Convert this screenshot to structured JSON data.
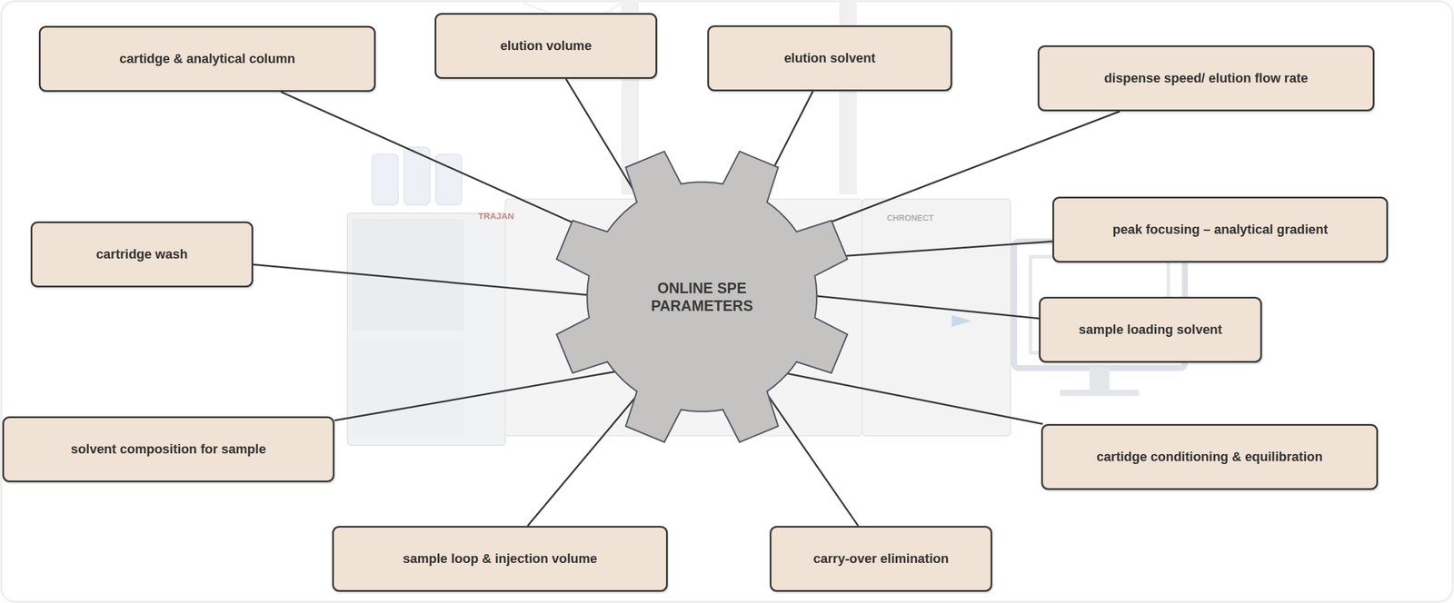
{
  "diagram": {
    "nodes": [
      {
        "text": [
          "ONLINE SPE PARAMETERS"
        ]
      },
      {
        "text": [
          "cartidge & analytical column"
        ]
      },
      {
        "text": [
          "elution volume"
        ]
      },
      {
        "text": [
          "elution solvent"
        ]
      },
      {
        "text": [
          "dispense speed/ elution flow rate"
        ]
      },
      {
        "text": [
          "cartridge wash"
        ]
      },
      {
        "text": [
          "peak focusing – analytical gradient"
        ]
      },
      {
        "text": [
          "sample loading solvent"
        ]
      },
      {
        "text": [
          "solvent composition for sample"
        ]
      },
      {
        "text": [
          "cartidge conditioning & equilibration"
        ]
      },
      {
        "text": [
          "sample loop & injection volume"
        ]
      },
      {
        "text": [
          "carry-over elimination"
        ]
      }
    ],
    "edges": [
      {
        "from": 1,
        "to": 0,
        "arrow": "none"
      },
      {
        "from": 2,
        "to": 0,
        "arrow": "none"
      },
      {
        "from": 3,
        "to": 0,
        "arrow": "none"
      },
      {
        "from": 4,
        "to": 0,
        "arrow": "none"
      },
      {
        "from": 5,
        "to": 0,
        "arrow": "none"
      },
      {
        "from": 6,
        "to": 0,
        "arrow": "none"
      },
      {
        "from": 7,
        "to": 0,
        "arrow": "none"
      },
      {
        "from": 8,
        "to": 0,
        "arrow": "none"
      },
      {
        "from": 9,
        "to": 0,
        "arrow": "none"
      },
      {
        "from": 10,
        "to": 0,
        "arrow": "none"
      },
      {
        "from": 11,
        "to": 0,
        "arrow": "none"
      }
    ],
    "labels": [
      "TRAJAN",
      "CHRONECT"
    ]
  }
}
